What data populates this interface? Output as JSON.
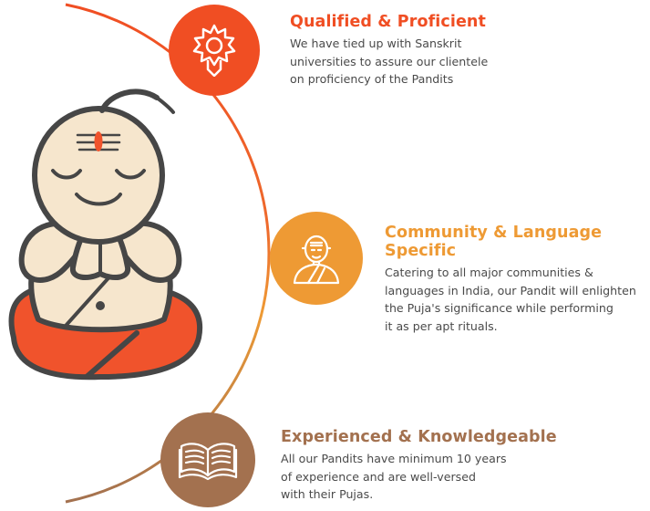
{
  "colors": {
    "red": "#f04e23",
    "orange": "#ee9a34",
    "brown": "#a3714f",
    "outline": "#464646",
    "skin": "#f6e6cd",
    "robe": "#f0532c"
  },
  "features": [
    {
      "icon": "sun-emblem-icon",
      "title": "Qualified & Proficient",
      "lines": [
        "We have tied up with Sanskrit",
        "universities to assure our clientele",
        "on proficiency of the Pandits"
      ]
    },
    {
      "icon": "pandit-portrait-icon",
      "title": "Community & Language Specific",
      "lines": [
        "Catering to all major communities &",
        "languages in India, our Pandit will enlighten",
        "the Puja's significance while performing",
        "it as per apt rituals."
      ]
    },
    {
      "icon": "open-book-icon",
      "title": "Experienced & Knowledgeable",
      "lines": [
        "All our Pandits have minimum 10 years",
        "of experience and are well-versed",
        "with their Pujas."
      ]
    }
  ]
}
